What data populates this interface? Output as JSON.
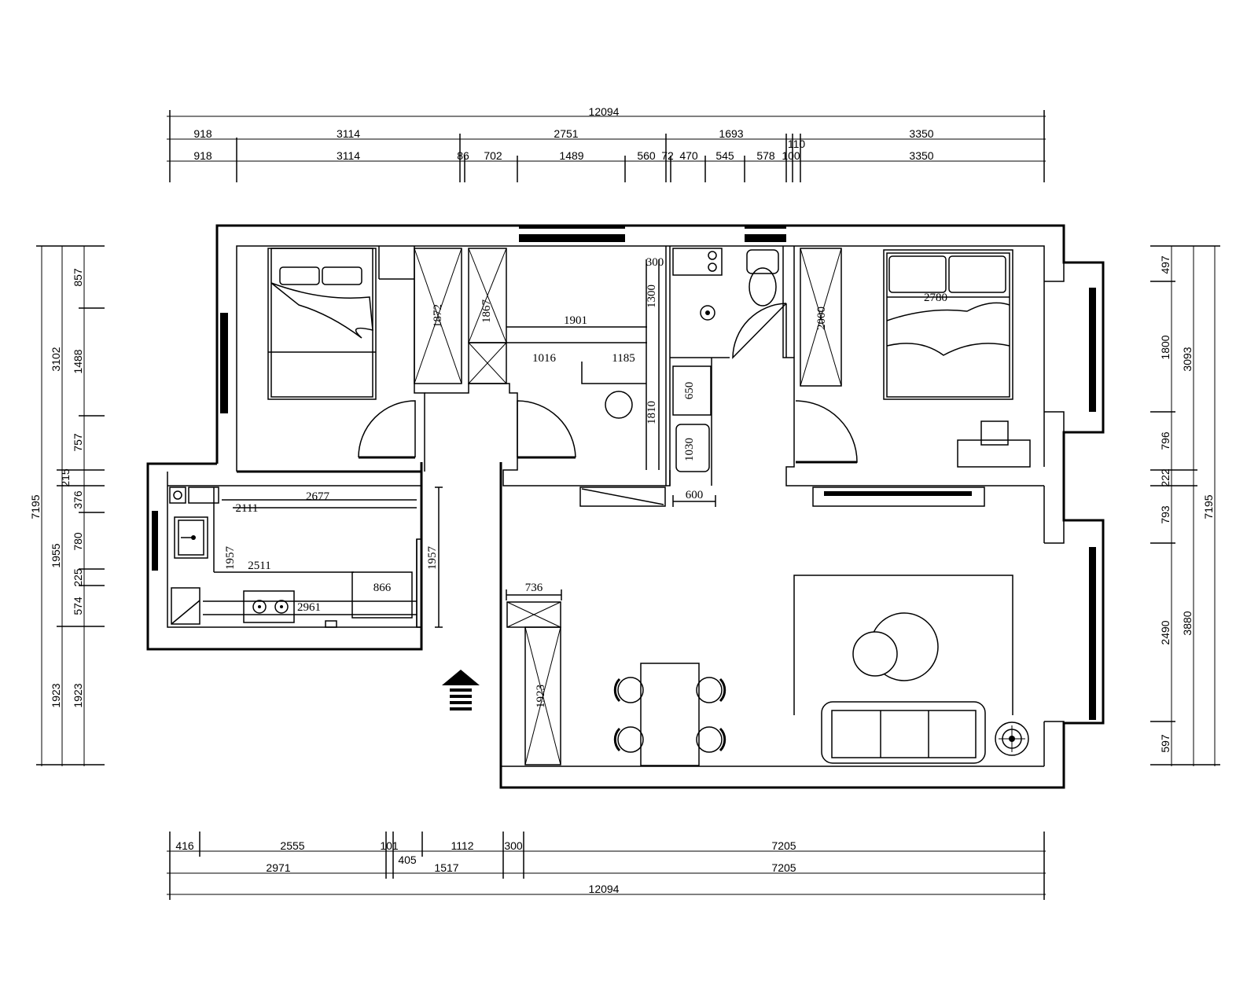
{
  "dims": {
    "top_total": "12094",
    "top_row1": [
      "918",
      "3114",
      "2751",
      "1693",
      "3350"
    ],
    "top_row2": [
      "918",
      "3114",
      "86",
      "702",
      "1489",
      "560",
      "72",
      "470",
      "545",
      "578",
      "100",
      "3350"
    ],
    "top_small": "110",
    "bottom_total": "12094",
    "bottom_row1": [
      "416",
      "2555",
      "101",
      "1112",
      "300",
      "7205"
    ],
    "bottom_row2": [
      "2971",
      "405",
      "1517",
      "7205"
    ],
    "left_total": "7195",
    "left_mid": [
      "3102",
      "1955",
      "1923"
    ],
    "left_inner": [
      "857",
      "1488",
      "757",
      "215",
      "376",
      "780",
      "225",
      "574",
      "1923"
    ],
    "right_total": "7195",
    "right_mid": [
      "3093",
      "3880"
    ],
    "right_inner": [
      "497",
      "1800",
      "796",
      "222",
      "793",
      "2490",
      "597"
    ]
  },
  "room_labels": {
    "wardrobe_a": "1872",
    "wardrobe_b": "1867",
    "study_width": "1901",
    "study_a": "1016",
    "study_b": "1185",
    "study_h": "1300",
    "study_h2": "1810",
    "bath_300": "300",
    "bath_650": "650",
    "bath_1030": "1030",
    "bath_600": "600",
    "bed2_width": "2780",
    "bed2_wardrobe": "2000",
    "kitchen_2677": "2677",
    "kitchen_2111": "2111",
    "kitchen_1957": "1957",
    "kitchen_2511": "2511",
    "kitchen_866": "866",
    "kitchen_2961": "2961",
    "kitchen_1957_side": "1957",
    "shoe_736": "736",
    "shoe_1923": "1923"
  }
}
